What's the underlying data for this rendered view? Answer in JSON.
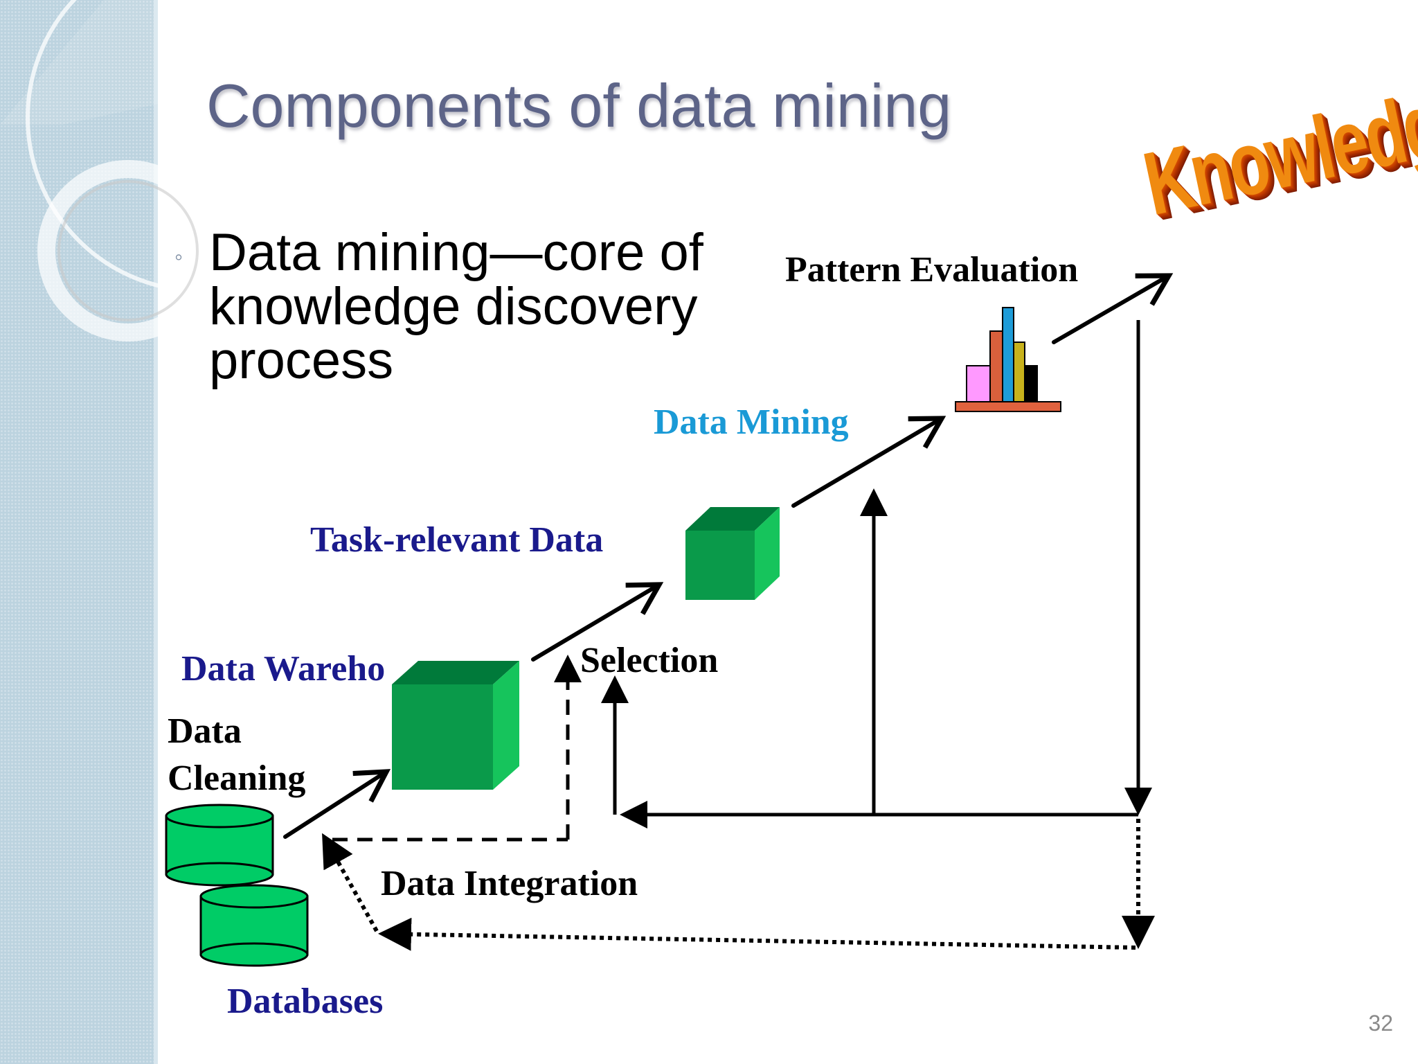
{
  "slide": {
    "title": "Components of data mining",
    "bullet": "Data mining—core of knowledge discovery process",
    "page_number": "32"
  },
  "diagram": {
    "knowledge": "Knowledge",
    "pattern_evaluation": "Pattern Evaluation",
    "data_mining": "Data Mining",
    "task_relevant_data": "Task-relevant Data",
    "selection": "Selection",
    "data_warehouse": "Data Wareho",
    "data_cleaning_line1": "Data",
    "data_cleaning_line2": "Cleaning",
    "data_integration": "Data Integration",
    "databases": "Databases"
  },
  "colors": {
    "title": "#5d6488",
    "dark_blue_label": "#1a1a8c",
    "cyan_label": "#1a9ad6",
    "cube_front": "#0a9a4a",
    "cylinder_fill": "#00cc66",
    "knowledge": "#f08a10"
  }
}
